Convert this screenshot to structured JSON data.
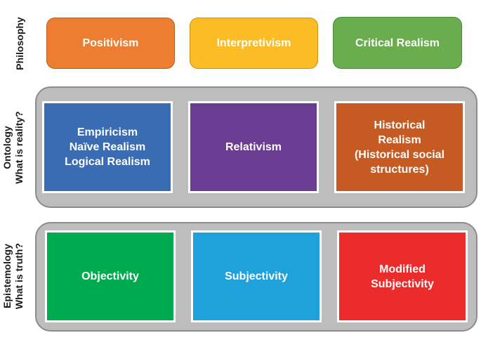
{
  "row_labels": {
    "philosophy": [
      "Philosophy"
    ],
    "ontology": [
      "Ontology",
      "What is reality?"
    ],
    "epistemology": [
      "Epistemology",
      "What is truth?"
    ]
  },
  "philosophy": [
    {
      "label": "Positivism",
      "color": "#ed7d31",
      "border": "#b85a1d"
    },
    {
      "label": "Interpretivism",
      "color": "#fbbc26",
      "border": "#c8900e"
    },
    {
      "label": "Critical Realism",
      "color": "#6aad4e",
      "border": "#4a8a33"
    }
  ],
  "ontology": [
    {
      "lines": [
        "Empiricism",
        "Naïve Realism",
        "Logical Realism"
      ],
      "color": "#3a6cb4"
    },
    {
      "lines": [
        "Relativism"
      ],
      "color": "#6a3d93"
    },
    {
      "lines": [
        "Historical",
        "Realism",
        "(Historical social",
        "structures)"
      ],
      "color": "#c55a22"
    }
  ],
  "epistemology": [
    {
      "lines": [
        "Objectivity"
      ],
      "color": "#00aa4f"
    },
    {
      "lines": [
        "Subjectivity"
      ],
      "color": "#1fa2dc"
    },
    {
      "lines": [
        "Modified",
        "Subjectivity"
      ],
      "color": "#ec2b2b"
    }
  ]
}
